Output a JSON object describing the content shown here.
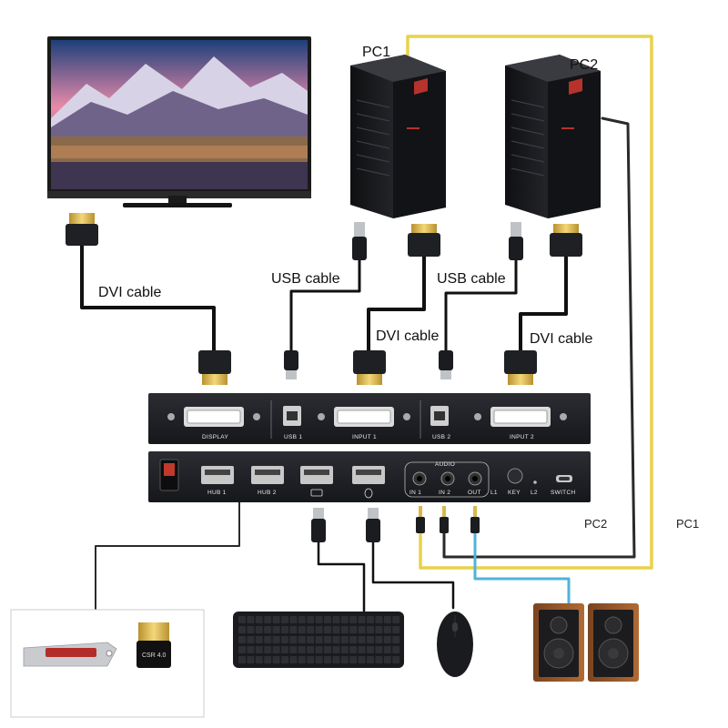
{
  "labels": {
    "pc1": "PC1",
    "pc2": "PC2",
    "dvi_monitor": "DVI cable",
    "usb_pc1": "USB cable",
    "dvi_pc1": "DVI cable",
    "usb_pc2": "USB cable",
    "dvi_pc2": "DVI cable",
    "pc2_audio": "PC2",
    "pc1_audio": "PC1"
  },
  "rear_panel": {
    "display": "DISPLAY",
    "usb1": "USB 1",
    "input1": "INPUT 1",
    "usb2": "USB 2",
    "input2": "INPUT 2"
  },
  "front_panel": {
    "hub1": "HUB 1",
    "hub2": "HUB 2",
    "audio": "AUDIO",
    "in1": "IN 1",
    "in2": "IN 2",
    "out": "OUT",
    "l1": "L1",
    "key": "KEY",
    "l2": "L2",
    "switch": "SWITCH"
  },
  "adapter_text": "CSR 4.0",
  "colors": {
    "pc1_cable": "#e8d24a",
    "pc2_cable": "#2a2a2a",
    "speaker_cable": "#4fb3d9",
    "device_body": "#1c1d21"
  }
}
